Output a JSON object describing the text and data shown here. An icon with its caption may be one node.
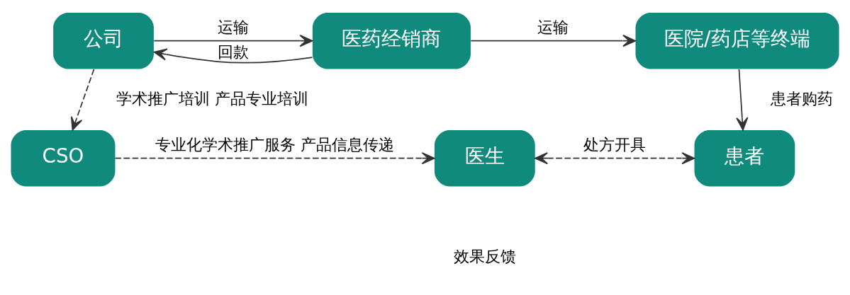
{
  "diagram": {
    "nodes": [
      {
        "text": [
          "公司"
        ]
      },
      {
        "text": [
          "医药经销商"
        ]
      },
      {
        "text": [
          "医院/药店等终端"
        ]
      },
      {
        "text": [
          "CSO"
        ]
      },
      {
        "text": [
          "医生"
        ]
      },
      {
        "text": [
          "患者"
        ]
      }
    ],
    "edges": [
      {
        "from": 0,
        "to": 1,
        "arrow": "to",
        "label": "运输"
      },
      {
        "from": 1,
        "to": 0,
        "arrow": "to",
        "label": "回款"
      },
      {
        "from": 1,
        "to": 2,
        "arrow": "to",
        "label": "运输"
      },
      {
        "from": 2,
        "to": 5,
        "arrow": "to",
        "label": "患者购药"
      },
      {
        "from": 0,
        "to": 3,
        "arrow": "to",
        "style": "dashed",
        "label": "学术推广培训 产品专业培训"
      },
      {
        "from": 3,
        "to": 4,
        "arrow": "to",
        "style": "dashed",
        "label": "专业化学术推广服务 产品信息传递"
      },
      {
        "from": 4,
        "to": 5,
        "arrow": "both",
        "style": "dashed",
        "label": "处方开具"
      }
    ],
    "labels": [
      "效果反馈"
    ]
  }
}
